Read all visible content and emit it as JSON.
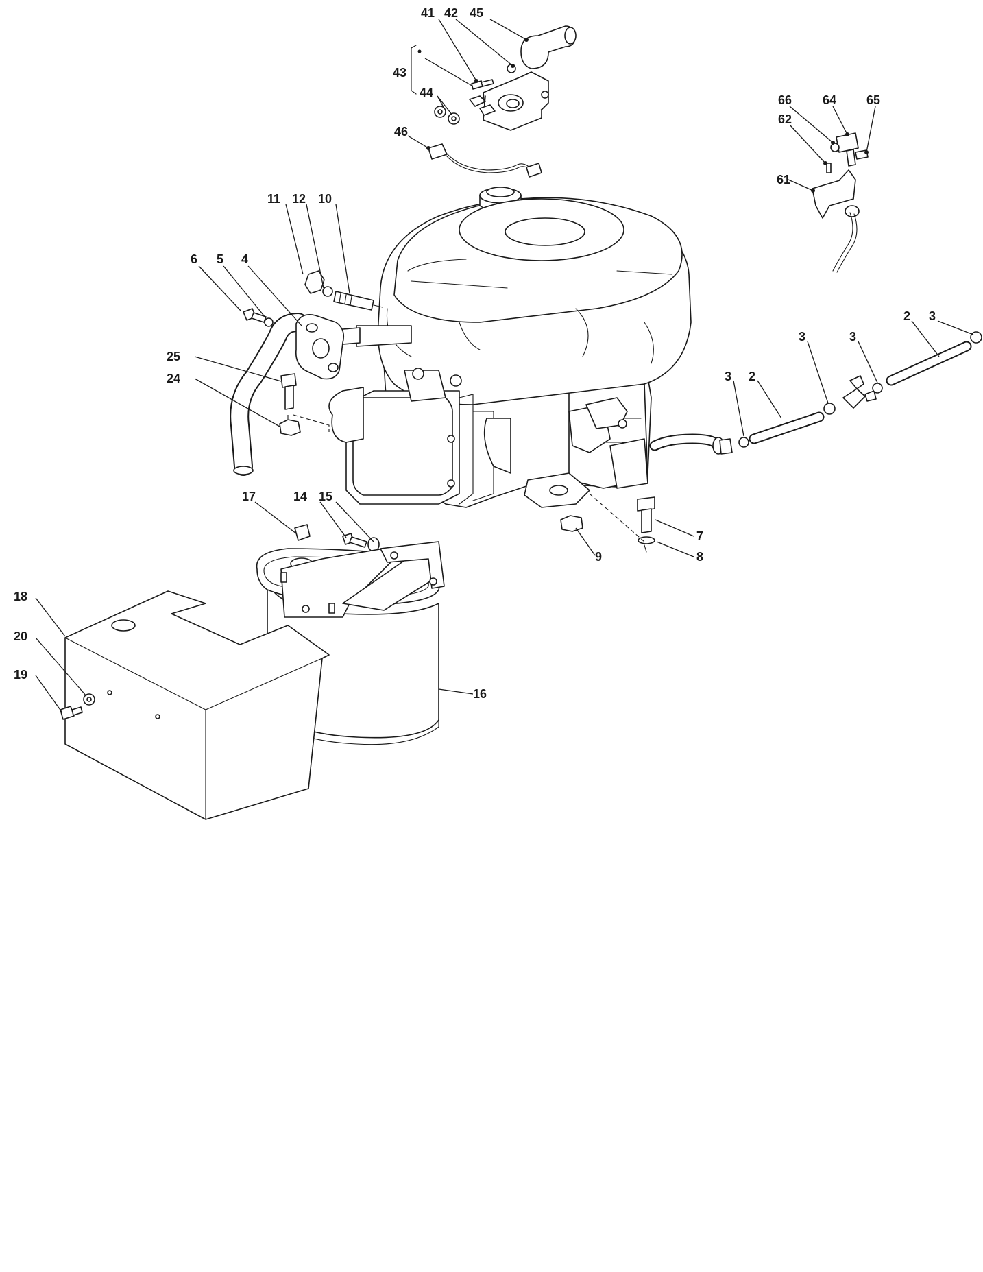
{
  "callouts": {
    "c41": "41",
    "c42": "42",
    "c45": "45",
    "c43": "43",
    "c44": "44",
    "c46": "46",
    "c66": "66",
    "c64": "64",
    "c65": "65",
    "c62": "62",
    "c61": "61",
    "c11": "11",
    "c12": "12",
    "c10": "10",
    "c6": "6",
    "c5": "5",
    "c4": "4",
    "c25": "25",
    "c24": "24",
    "c3a": "3",
    "c2a": "2",
    "c3b": "3",
    "c3c": "3",
    "c2b": "2",
    "c3d": "3",
    "c7": "7",
    "c8": "8",
    "c9": "9",
    "c17": "17",
    "c14": "14",
    "c15": "15",
    "c18": "18",
    "c20": "20",
    "c19": "19",
    "c16": "16"
  }
}
